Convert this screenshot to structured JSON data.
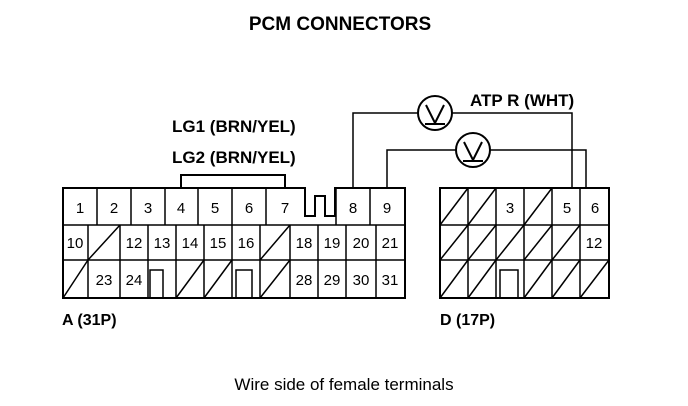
{
  "title": "PCM CONNECTORS",
  "caption": "Wire side of female terminals",
  "probes": {
    "atp_label": "ATP R (WHT)",
    "lg1_label": "LG1 (BRN/YEL)",
    "lg2_label": "LG2 (BRN/YEL)"
  },
  "connector_a": {
    "label": "A (31P)",
    "row1": [
      "1",
      "2",
      "3",
      "4",
      "5",
      "6",
      "7",
      "",
      "8",
      "9"
    ],
    "row2": [
      "10",
      "",
      "12",
      "13",
      "14",
      "15",
      "16",
      "",
      "18",
      "19",
      "20",
      "21"
    ],
    "row3": [
      "",
      "23",
      "24",
      "",
      "",
      "",
      "",
      "",
      "28",
      "29",
      "30",
      "31"
    ]
  },
  "connector_d": {
    "label": "D (17P)",
    "row1": [
      "",
      "",
      "3",
      "",
      "5",
      "6"
    ],
    "row2": [
      "",
      "",
      "",
      "",
      "",
      "12"
    ],
    "row3": [
      "",
      "",
      "",
      "",
      "",
      ""
    ]
  }
}
